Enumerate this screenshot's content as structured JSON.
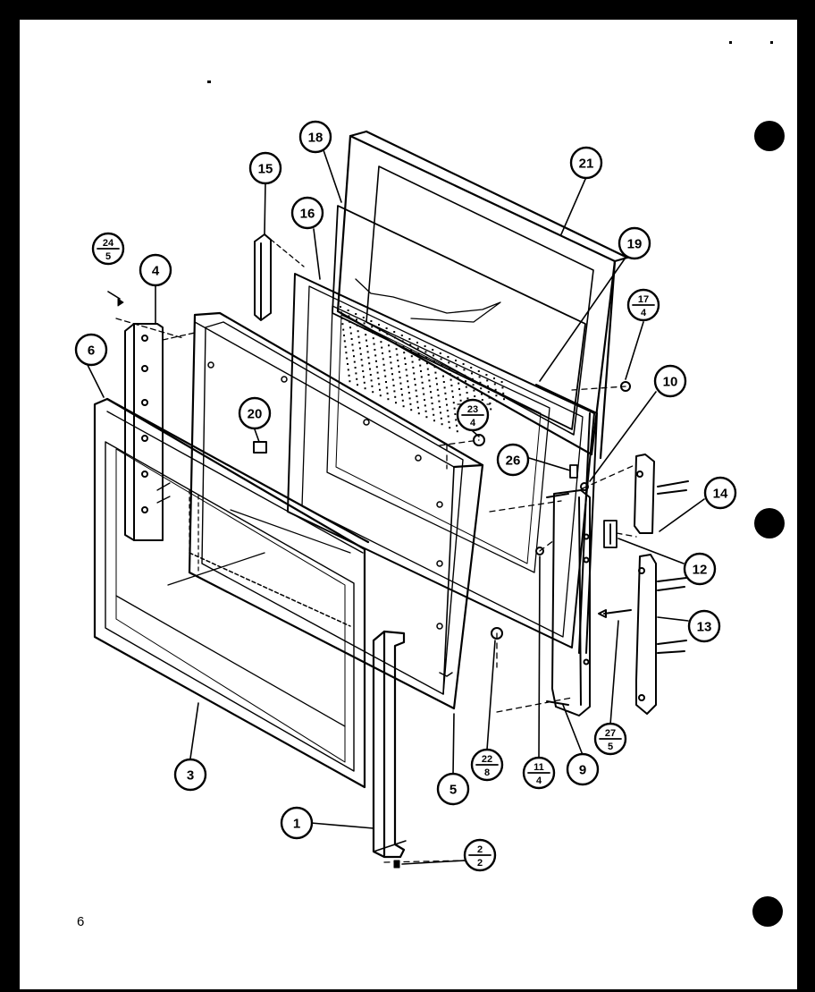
{
  "page": {
    "number": "6",
    "background": "#ffffff",
    "ink": "#000000"
  },
  "callouts": [
    {
      "id": "c18a",
      "label": "18"
    },
    {
      "id": "c21",
      "label": "21"
    },
    {
      "id": "c15",
      "label": "15"
    },
    {
      "id": "c16",
      "label": "16"
    },
    {
      "id": "c19",
      "label": "19"
    },
    {
      "id": "c4",
      "label": "4"
    },
    {
      "id": "c6",
      "label": "6"
    },
    {
      "id": "c20",
      "label": "20"
    },
    {
      "id": "c26",
      "label": "26"
    },
    {
      "id": "c10",
      "label": "10"
    },
    {
      "id": "c14",
      "label": "14"
    },
    {
      "id": "c12",
      "label": "12"
    },
    {
      "id": "c13",
      "label": "13"
    },
    {
      "id": "c3",
      "label": "3"
    },
    {
      "id": "c5",
      "label": "5"
    },
    {
      "id": "c9",
      "label": "9"
    },
    {
      "id": "c1",
      "label": "1"
    }
  ],
  "fraction_callouts": [
    {
      "id": "f24",
      "num": "24",
      "den": "5"
    },
    {
      "id": "f17",
      "num": "17",
      "den": "4"
    },
    {
      "id": "f23",
      "num": "23",
      "den": "4"
    },
    {
      "id": "f22",
      "num": "22",
      "den": "8"
    },
    {
      "id": "f11",
      "num": "11",
      "den": "4"
    },
    {
      "id": "f27",
      "num": "27",
      "den": "5"
    },
    {
      "id": "f2",
      "num": "2",
      "den": "2"
    }
  ]
}
